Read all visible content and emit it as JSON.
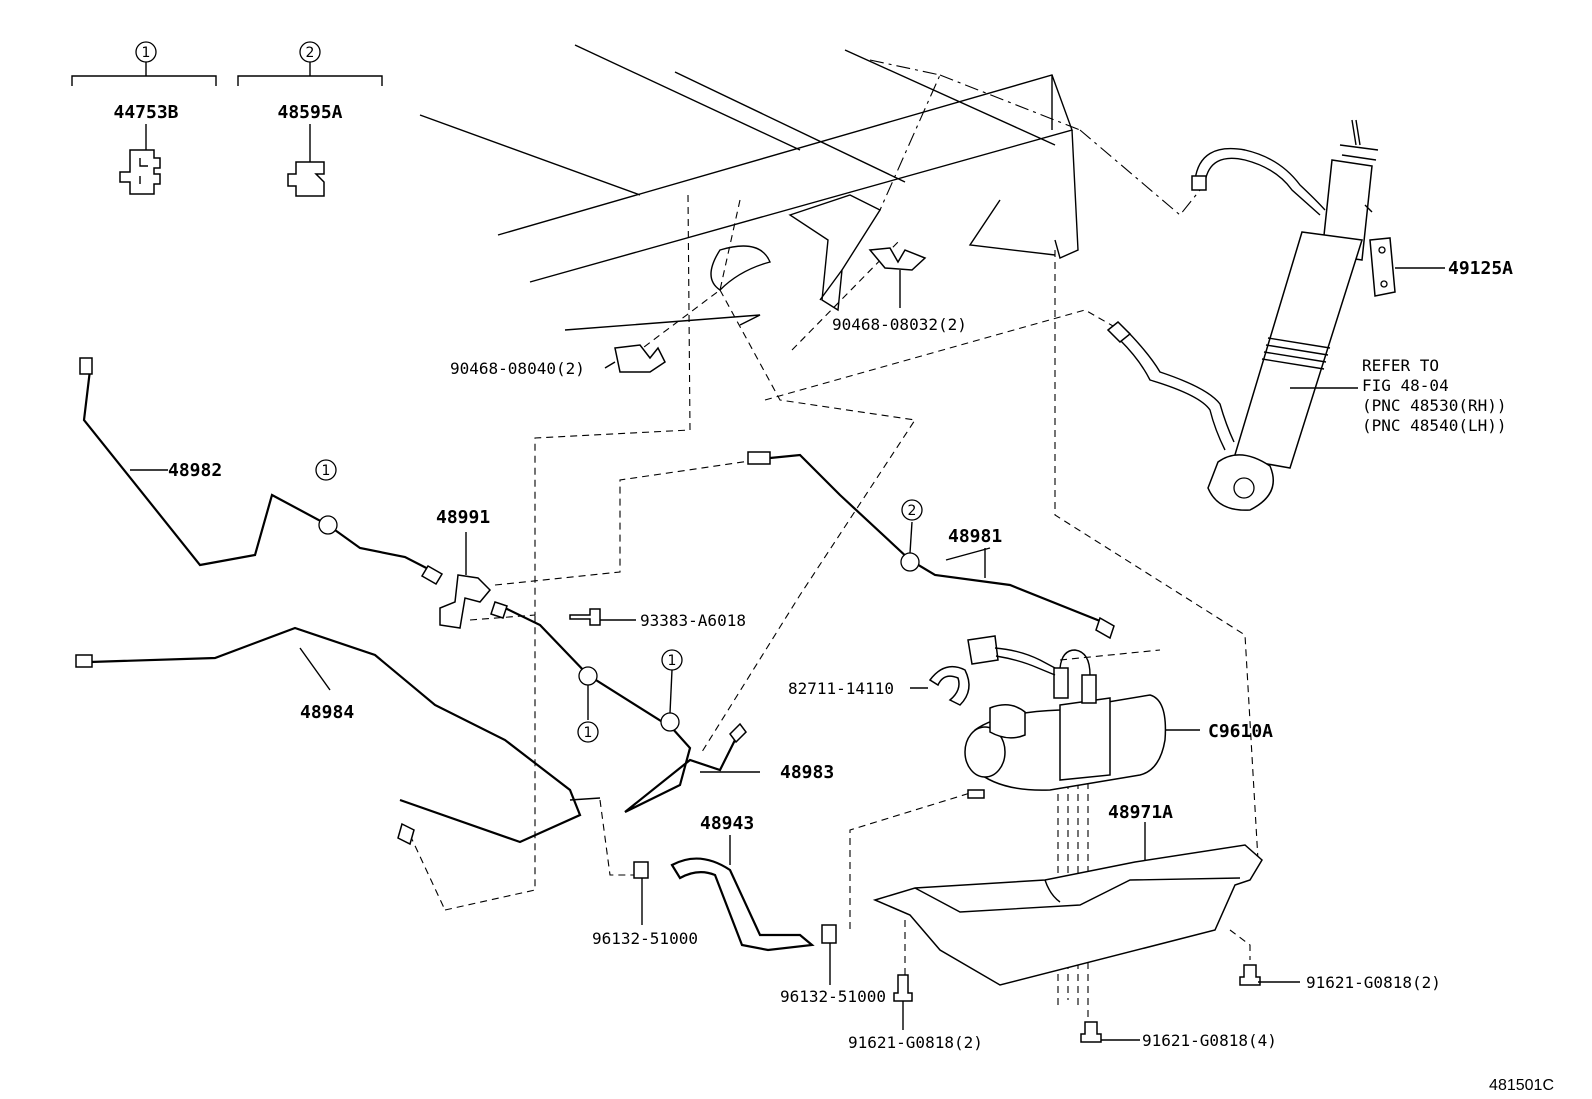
{
  "diagram_id": "481501C",
  "legend": [
    {
      "marker": "1",
      "part_no": "44753B"
    },
    {
      "marker": "2",
      "part_no": "48595A"
    }
  ],
  "callouts": {
    "p49125A": "49125A",
    "refer_line1": "REFER TO",
    "refer_line2": "FIG 48-04",
    "refer_line3": "(PNC 48530(RH))",
    "refer_line4": "(PNC 48540(LH))",
    "p90468_08032": "90468-08032(2)",
    "p90468_08040": "90468-08040(2)",
    "p48982": "48982",
    "p48991": "48991",
    "p48981": "48981",
    "p93383": "93383-A6018",
    "p82711": "82711-14110",
    "pC9610A": "C9610A",
    "p48984": "48984",
    "p48983": "48983",
    "p48943": "48943",
    "p48971A": "48971A",
    "p96132_a": "96132-51000",
    "p96132_b": "96132-51000",
    "p91621_a": "91621-G0818(2)",
    "p91621_b": "91621-G0818(2)",
    "p91621_c": "91621-G0818(4)"
  },
  "markers": {
    "m_48982": "1",
    "m_48981": "2",
    "m_48983a": "1",
    "m_48983b": "1"
  }
}
